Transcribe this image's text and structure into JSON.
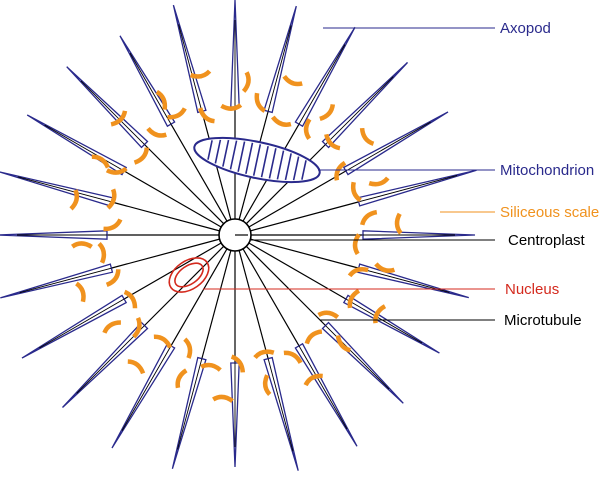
{
  "labels": {
    "axopod": "Axopod",
    "mitochondrion": "Mitochondrion",
    "siliceous_scale": "Siliceous scale",
    "centroplast": "Centroplast",
    "nucleus": "Nucleus",
    "microtubule": "Microtubule"
  },
  "colors": {
    "axopod": "#2a2a8c",
    "mitochondrion": "#2a2a8c",
    "scale": "#f0921e",
    "nucleus": "#d42a1e",
    "line": "#000000"
  }
}
